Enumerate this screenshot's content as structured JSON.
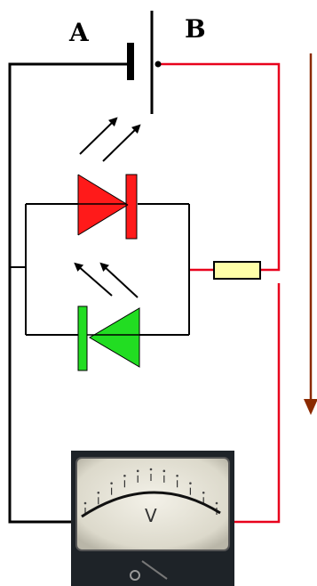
{
  "terminals": {
    "a": "A",
    "b": "B"
  },
  "meter": {
    "unit_symbol": "V",
    "scale_count": 11
  },
  "colors": {
    "wire_dark": "#000000",
    "wire_red": "#e8001c",
    "diode_red": "#ff1a1a",
    "diode_green": "#22dd22",
    "resistor_fill": "#ffffa8",
    "arrow_brown": "#8b2a00",
    "meter_case": "#1e2328",
    "meter_face": "#e9e7dc"
  },
  "icons": {
    "battery": "battery-icon",
    "red_led": "led-red-icon",
    "green_led": "led-green-icon",
    "resistor": "resistor-icon",
    "voltmeter": "voltmeter-icon",
    "current_arrow": "arrow-down-icon"
  }
}
